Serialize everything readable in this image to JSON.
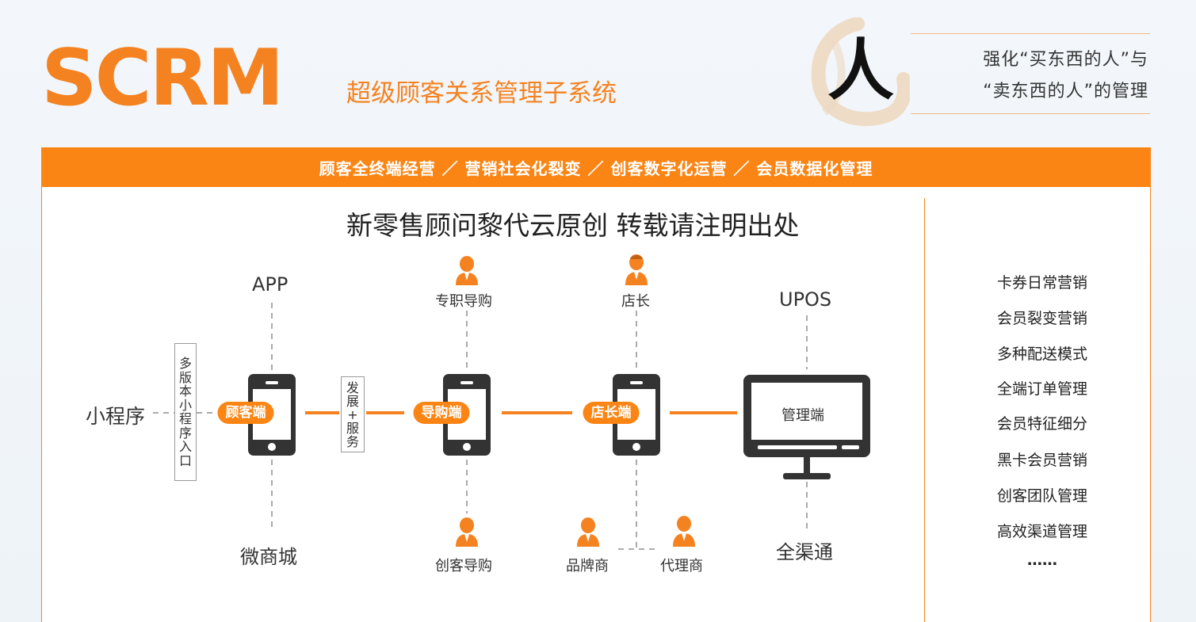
{
  "header": {
    "logo": "SCRM",
    "subtitle": "超级顾客关系管理子系统",
    "brush_char": "人",
    "slogan_line1": "强化“买东西的人”与",
    "slogan_line2": "“卖东西的人”的管理"
  },
  "banner": {
    "text": "顾客全终端经营 ／ 营销社会化裂变 ／ 创客数字化运营 ／ 会员数据化管理"
  },
  "diagram": {
    "title": "新零售顾问黎代云原创  转载请注明出处",
    "app": "APP",
    "mini_program": "小程序",
    "micro_mall": "微商城",
    "multi_version_box": [
      "多",
      "版",
      "本",
      "小",
      "程",
      "序",
      "入",
      "口"
    ],
    "develop_box": [
      "发",
      "展",
      "+",
      "服",
      "务"
    ],
    "customer_end": "顾客端",
    "guide_end": "导购端",
    "manager_end": "店长端",
    "admin_end": "管理端",
    "dedicated_guide": "专职导购",
    "store_manager": "店长",
    "creator_guide": "创客导购",
    "brand": "品牌商",
    "agent": "代理商",
    "upos": "UPOS",
    "omni_channel": "全渠通"
  },
  "features": [
    "卡券日常营销",
    "会员裂变营销",
    "多种配送模式",
    "全端订单管理",
    "会员特征细分",
    "黑卡会员营销",
    "创客团队管理",
    "高效渠道管理",
    "……"
  ],
  "colors": {
    "accent": "#f58220",
    "banner": "#fb8514",
    "device": "#333333"
  }
}
